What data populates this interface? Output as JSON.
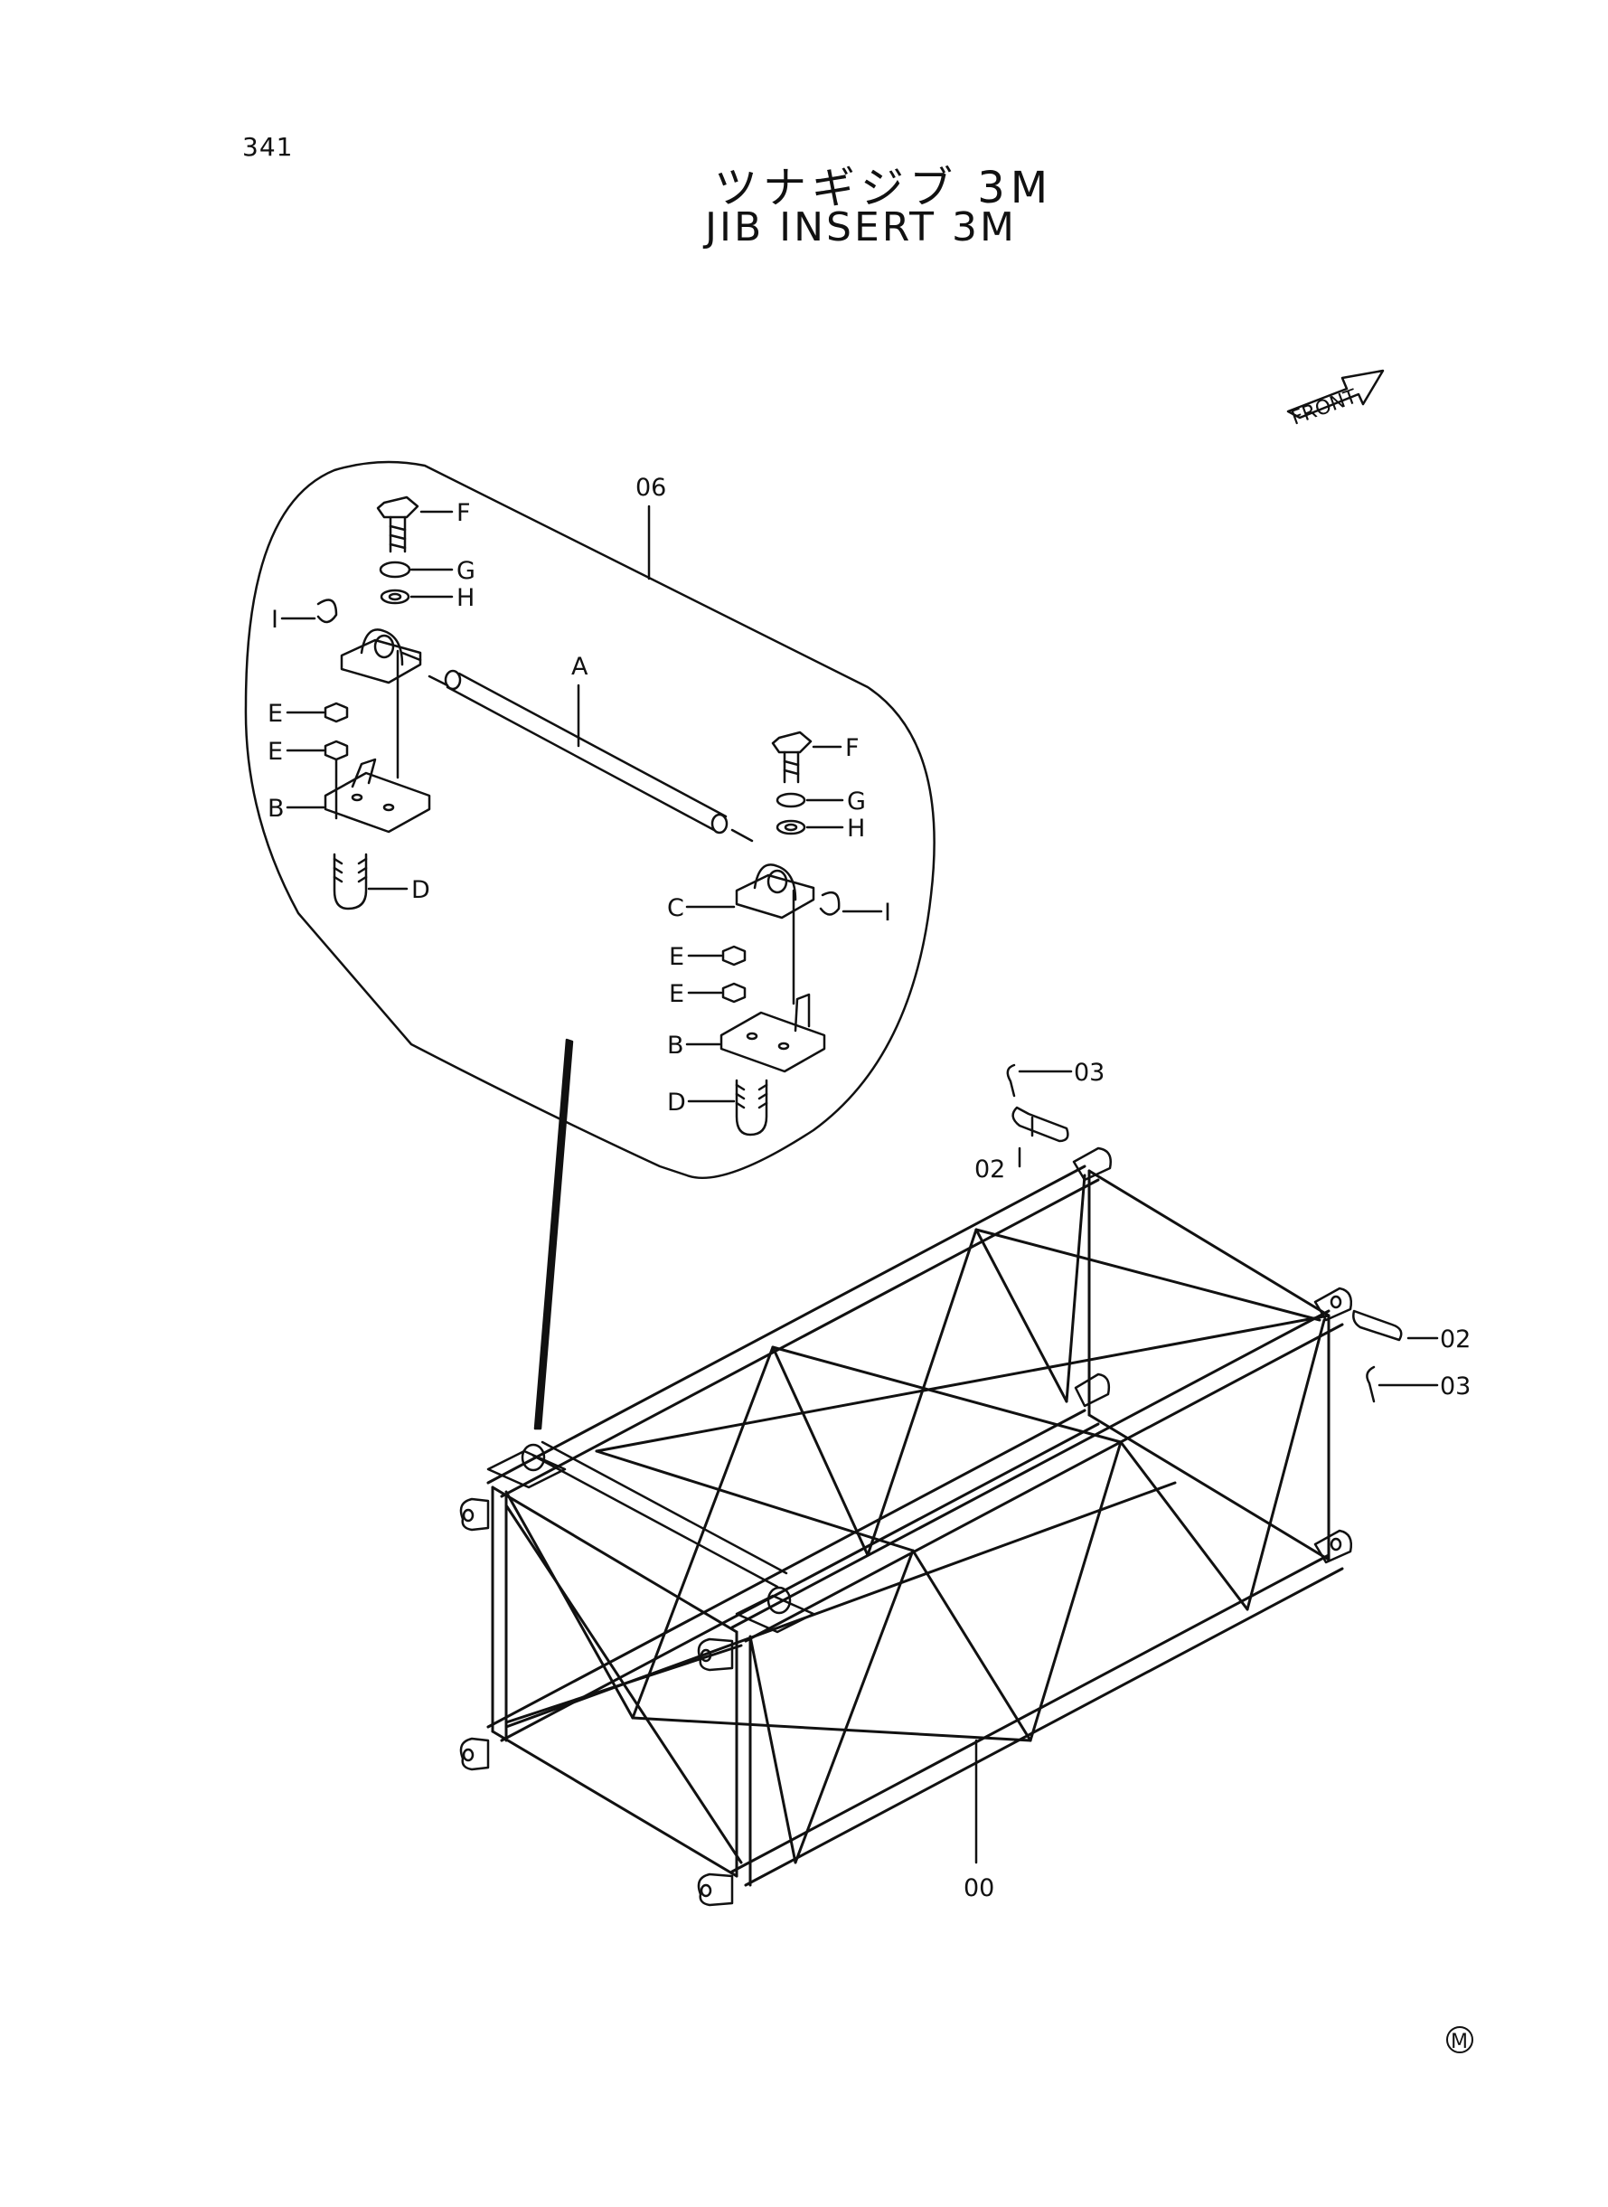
{
  "page_number": "341",
  "title_jp": "ツナギジブ 3M",
  "title_en": "JIB INSERT 3M",
  "front_label": "FRONT",
  "callouts": {
    "assembly_06": "06",
    "shaft_A": "A",
    "bolt_F_left": "F",
    "washer_G_left": "G",
    "washer_H_left": "H",
    "snap_ring_I_left": "I",
    "nut_E_left_1": "E",
    "nut_E_left_2": "E",
    "bracket_B_left": "B",
    "ubolt_D_left": "D",
    "bolt_F_right": "F",
    "washer_G_right": "G",
    "washer_H_right": "H",
    "bearing_C_right": "C",
    "snap_ring_I_right": "I",
    "nut_E_right_1": "E",
    "nut_E_right_2": "E",
    "bracket_B_right": "B",
    "ubolt_D_right": "D",
    "clip_03_top": "03",
    "pin_02_top": "02",
    "pin_02_right": "02",
    "clip_03_right": "03",
    "frame_00": "00"
  },
  "mark": "M"
}
